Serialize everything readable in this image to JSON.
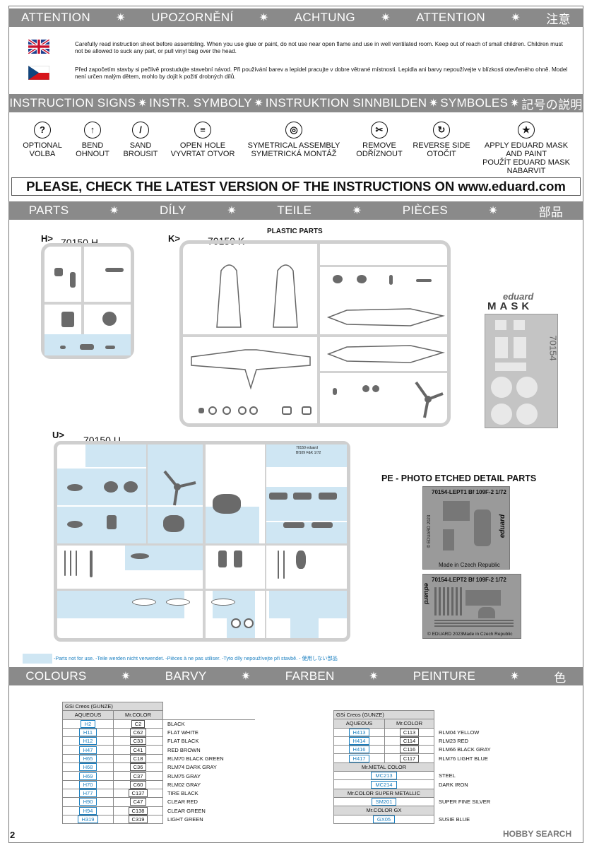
{
  "attention_band": [
    "ATTENTION",
    "UPOZORNĚNÍ",
    "ACHTUNG",
    "ATTENTION",
    "注意"
  ],
  "notes": {
    "en": "Carefully read instruction sheet before assembling. When you use glue or paint, do not use near open flame and use in well ventilated room. Keep out of reach of small children. Children must not be allowed to suck any part, or pull vinyl bag over the head.",
    "cz": "Před započetím stavby si pečlivě prostudujte stavební návod. Při používání barev a lepidel pracujte v dobre větrané místnosti. Lepidla ani barvy nepoužívejte v blízkosti otevřeného ohně. Model není určen malým dětem, mohlo by dojít k požití drobných dílů."
  },
  "signs_band": [
    "INSTRUCTION SIGNS",
    "INSTR. SYMBOLY",
    "INSTRUKTION SINNBILDEN",
    "SYMBOLES",
    "記号の説明"
  ],
  "signs": [
    {
      "icon": "question-icon",
      "l1": "OPTIONAL",
      "l2": "VOLBA",
      "glyph": "?"
    },
    {
      "icon": "bend-icon",
      "l1": "BEND",
      "l2": "OHNOUT",
      "glyph": "↑"
    },
    {
      "icon": "sand-icon",
      "l1": "SAND",
      "l2": "BROUSIT",
      "glyph": "/"
    },
    {
      "icon": "open-hole-icon",
      "l1": "OPEN HOLE",
      "l2": "VYVRTAT OTVOR",
      "glyph": "≡"
    },
    {
      "icon": "symmetrical-icon",
      "l1": "SYMETRICAL ASSEMBLY",
      "l2": "SYMETRICKÁ MONTÁŽ",
      "glyph": "◎"
    },
    {
      "icon": "remove-icon",
      "l1": "REMOVE",
      "l2": "ODŘÍZNOUT",
      "glyph": "✂"
    },
    {
      "icon": "reverse-icon",
      "l1": "REVERSE SIDE",
      "l2": "OTOČIT",
      "glyph": "↻"
    },
    {
      "icon": "mask-icon",
      "l1": "APPLY EDUARD MASK",
      "l2": "AND PAINT",
      "l3": "POUŽÍT EDUARD MASK",
      "l4": "NABARVIT",
      "glyph": "★"
    }
  ],
  "check_notice": "PLEASE, CHECK THE LATEST VERSION OF THE INSTRUCTIONS ON www.eduard.com",
  "parts_band": [
    "PARTS",
    "DÍLY",
    "TEILE",
    "PIÈCES",
    "部品"
  ],
  "plastic_parts_label": "PLASTIC PARTS",
  "sprues": {
    "h_label": "H>",
    "h_code": "70150 H",
    "k_label": "K>",
    "k_code": "70150 K",
    "u_label": "U>",
    "u_code": "70150 U",
    "u_tag1": "70150  eduard",
    "u_tag2": "Bf109 F&K 1/72"
  },
  "mask": {
    "brand": "eduard",
    "title": "MASK",
    "code": "70154"
  },
  "pe": {
    "title": "PE - PHOTO ETCHED DETAIL PARTS",
    "sheet1_code": "70154-LEPT1  Bf 109F-2  1/72",
    "sheet1_footer": "Made in Czech Republic",
    "sheet1_side": "© EDUARD 2023",
    "sheet1_brand": "eduard",
    "sheet2_code": "70154-LEPT2  Bf 109F-2  1/72",
    "sheet2_footer_left": "© EDUARD 2023",
    "sheet2_footer_right": "Made in Czech Republic",
    "sheet2_brand": "eduard"
  },
  "legend_text": "-Parts not for use. -Teile werden nicht verwendet. -Pièces à ne pas utiliser. -Tyto díly nepoužívejte při stavbě. -  使用しない部品",
  "colours_band": [
    "COLOURS",
    "BARVY",
    "FARBEN",
    "PEINTURE",
    "色"
  ],
  "colour_table_left": {
    "header": "GSi Creos (GUNZE)",
    "col1": "AQUEOUS",
    "col2": "Mr.COLOR",
    "rows": [
      {
        "aq": "H2",
        "mr": "C2",
        "name": "BLACK"
      },
      {
        "aq": "H11",
        "mr": "C62",
        "name": "FLAT WHITE"
      },
      {
        "aq": "H12",
        "mr": "C33",
        "name": "FLAT BLACK"
      },
      {
        "aq": "H47",
        "mr": "C41",
        "name": "RED BROWN"
      },
      {
        "aq": "H65",
        "mr": "C18",
        "name": "RLM70 BLACK GREEN"
      },
      {
        "aq": "H68",
        "mr": "C36",
        "name": "RLM74 DARK GRAY"
      },
      {
        "aq": "H69",
        "mr": "C37",
        "name": "RLM75  GRAY"
      },
      {
        "aq": "H70",
        "mr": "C60",
        "name": "RLM02 GRAY"
      },
      {
        "aq": "H77",
        "mr": "C137",
        "name": "TIRE BLACK"
      },
      {
        "aq": "H90",
        "mr": "C47",
        "name": "CLEAR RED"
      },
      {
        "aq": "H94",
        "mr": "C138",
        "name": "CLEAR GREEN"
      },
      {
        "aq": "H319",
        "mr": "C319",
        "name": "LIGHT GREEN"
      }
    ]
  },
  "colour_table_right": {
    "header": "GSi Creos (GUNZE)",
    "col1": "AQUEOUS",
    "col2": "Mr.COLOR",
    "rows": [
      {
        "aq": "H413",
        "mr": "C113",
        "name": "RLM04 YELLOW"
      },
      {
        "aq": "H414",
        "mr": "C114",
        "name": "RLM23 RED"
      },
      {
        "aq": "H416",
        "mr": "C116",
        "name": "RLM66 BLACK GRAY"
      },
      {
        "aq": "H417",
        "mr": "C117",
        "name": "RLM76 LIGHT BLUE"
      }
    ],
    "metal_header": "Mr.METAL COLOR",
    "metal_rows": [
      {
        "code": "MC213",
        "name": "STEEL"
      },
      {
        "code": "MC214",
        "name": "DARK IRON"
      }
    ],
    "super_header": "Mr.COLOR SUPER METALLIC",
    "super_rows": [
      {
        "code": "SM201",
        "name": "SUPER FINE SILVER"
      }
    ],
    "gx_header": "Mr.COLOR GX",
    "gx_rows": [
      {
        "code": "GX05",
        "name": "SUSIE BLUE"
      }
    ]
  },
  "page_number": "2",
  "watermark": "HOBBY SEARCH",
  "colors": {
    "band": "#8a8a8a",
    "unused_parts": "#cfe6f3",
    "aqueous_code": "#1a7fc0"
  }
}
